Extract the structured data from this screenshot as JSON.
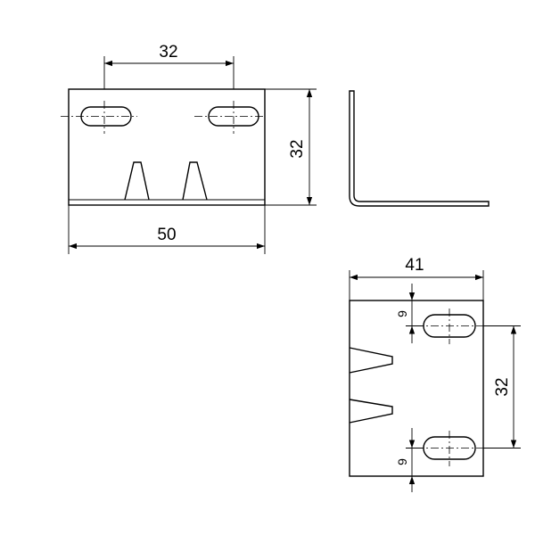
{
  "front_view": {
    "dim_top": "32",
    "dim_right": "32",
    "dim_bottom": "50"
  },
  "plan_view": {
    "dim_top": "41",
    "dim_right": "32",
    "dim_upper_slot": "9",
    "dim_lower_slot": "9"
  },
  "colors": {
    "line": "#000000",
    "background": "#ffffff"
  }
}
